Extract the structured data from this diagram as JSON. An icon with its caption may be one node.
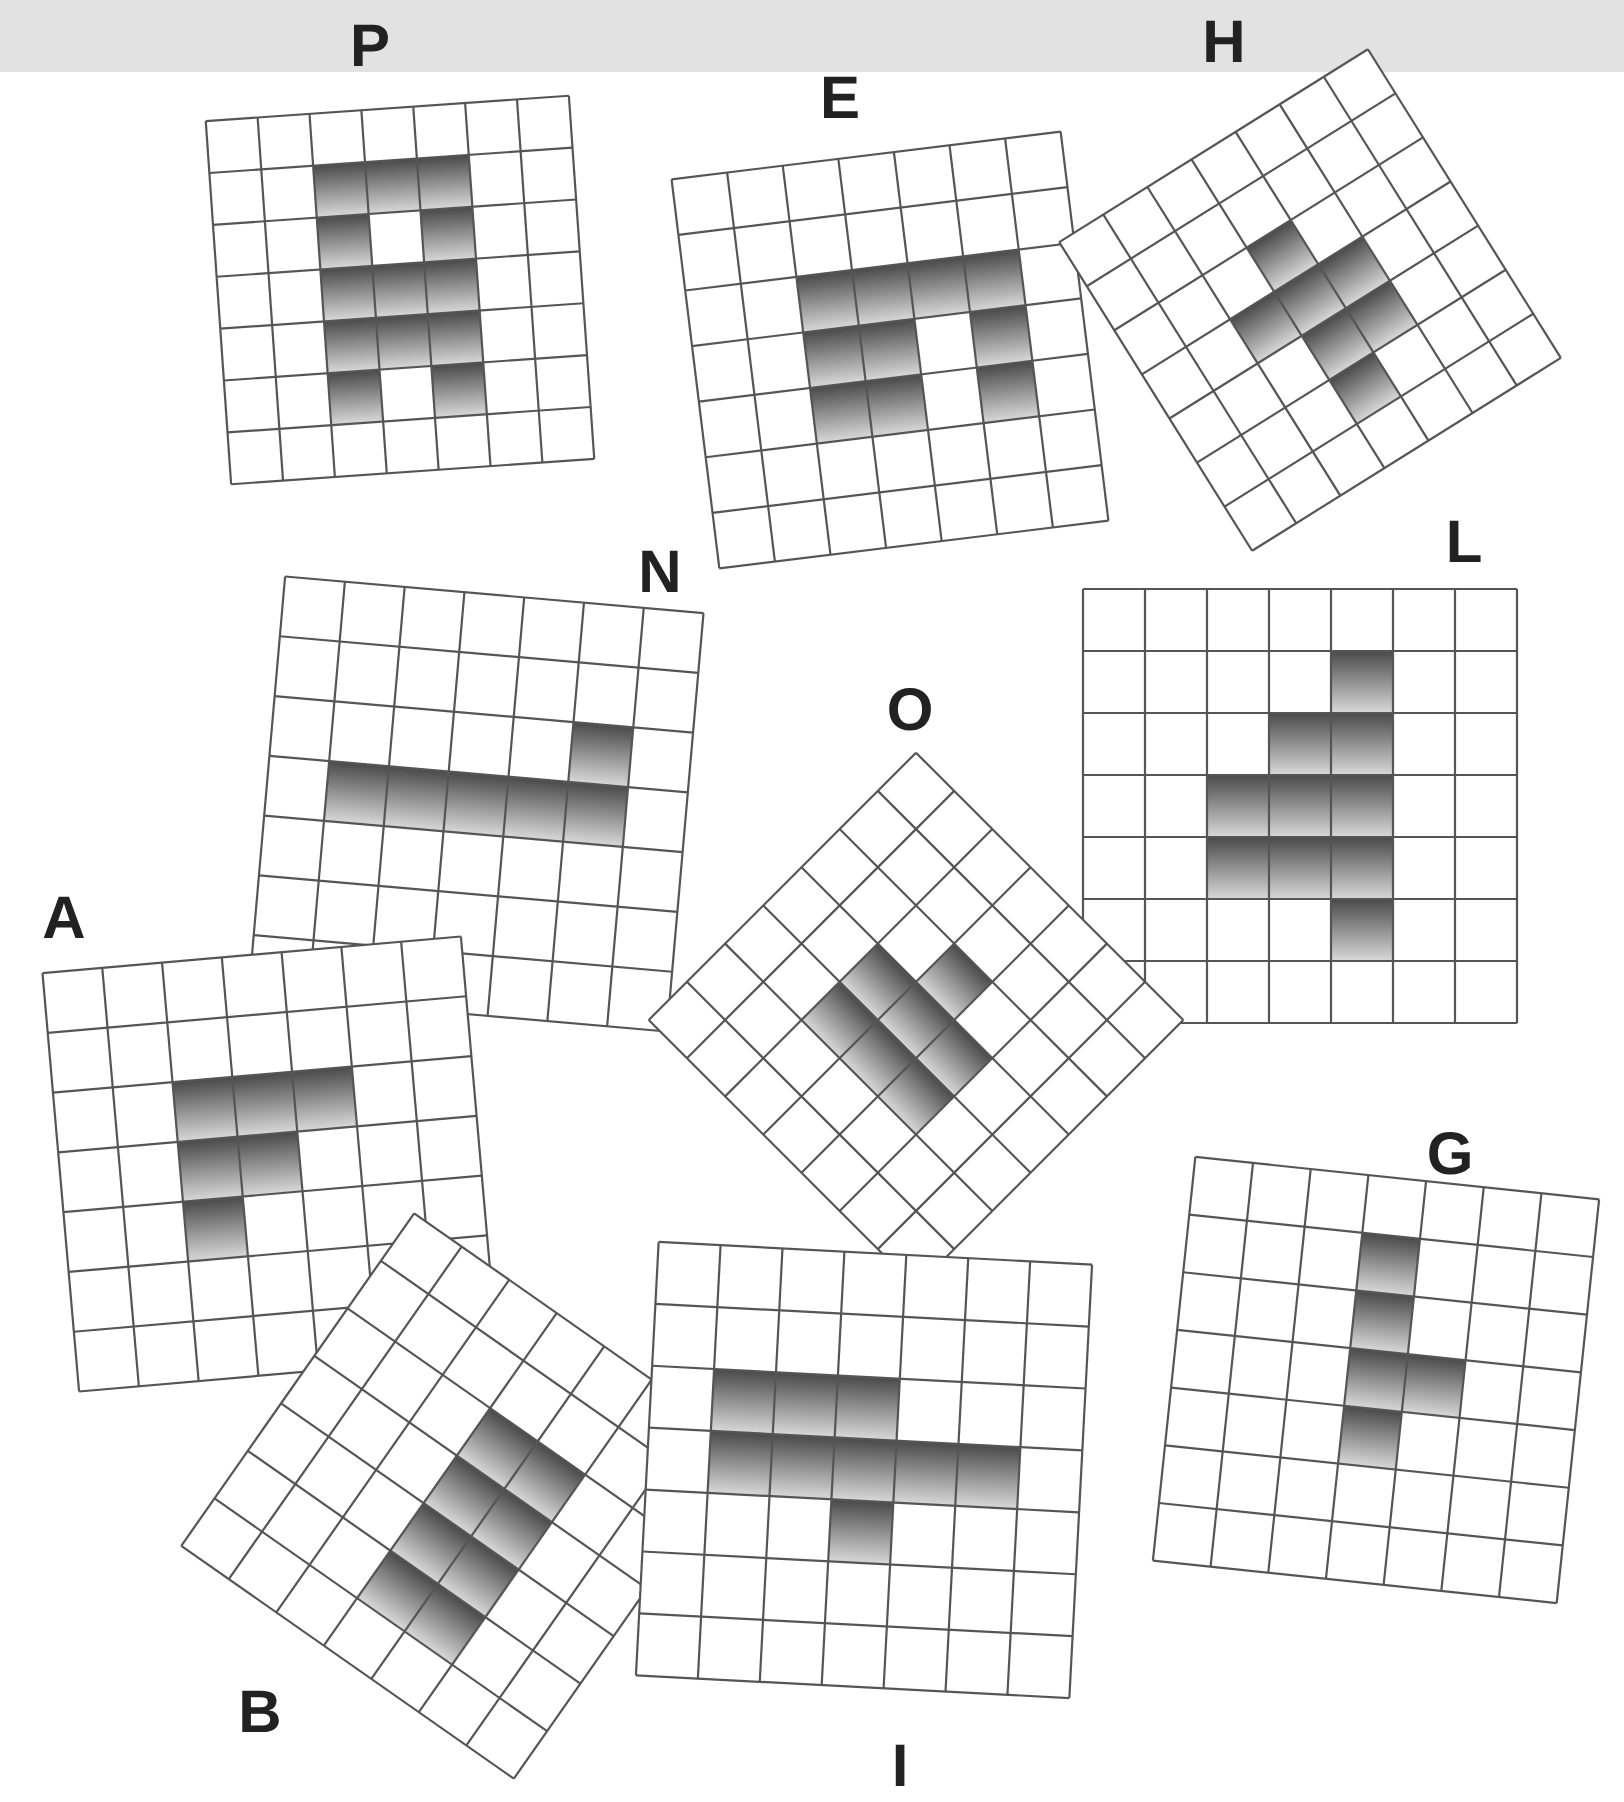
{
  "diagram": {
    "labels": [
      "P",
      "E",
      "H",
      "N",
      "L",
      "O",
      "A",
      "G",
      "B",
      "I"
    ]
  }
}
